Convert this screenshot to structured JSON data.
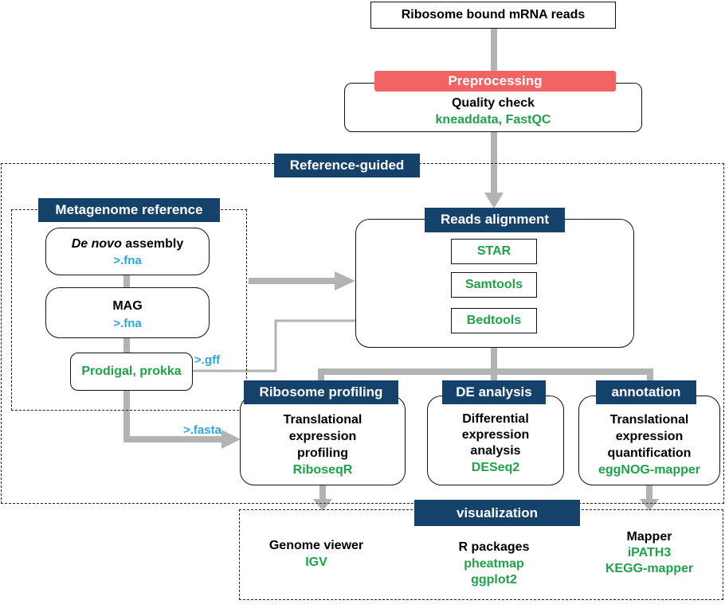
{
  "input": {
    "label": "Ribosome bound mRNA reads"
  },
  "preprocessing": {
    "header": "Preprocessing",
    "title": "Quality check",
    "tools": "kneaddata, FastQC"
  },
  "reference_guided": {
    "header": "Reference-guided"
  },
  "metagenome": {
    "header": "Metagenome reference",
    "denovo": {
      "title_italic": "De novo",
      "title_rest": " assembly",
      "ext": ">.fna"
    },
    "mag": {
      "title": "MAG",
      "ext": ">.fna"
    },
    "prodigal": {
      "label": "Prodigal, prokka"
    },
    "gff_label": ">.gff",
    "fasta_label": ">.fasta"
  },
  "alignment": {
    "header": "Reads alignment",
    "tools": [
      "STAR",
      "Samtools",
      "Bedtools"
    ]
  },
  "ribosome_profiling": {
    "header": "Ribosome profiling",
    "lines": [
      "Translational",
      "expression",
      "profiling"
    ],
    "tool": "RiboseqR"
  },
  "de_analysis": {
    "header": "DE analysis",
    "lines": [
      "Differential",
      "expression",
      "analysis"
    ],
    "tool": "DESeq2"
  },
  "annotation": {
    "header": "annotation",
    "lines": [
      "Translational",
      "expression",
      "quantification"
    ],
    "tool": "eggNOG-mapper"
  },
  "visualization": {
    "header": "visualization",
    "genome_viewer": {
      "title": "Genome viewer",
      "tools": [
        "IGV"
      ]
    },
    "r_packages": {
      "title": "R packages",
      "tools": [
        "pheatmap",
        "ggplot2"
      ]
    },
    "mapper": {
      "title": "Mapper",
      "tools": [
        "iPATH3",
        "KEGG-mapper"
      ]
    }
  },
  "colors": {
    "header_blue": "#15426b",
    "preprocess_red": "#f26363",
    "tool_green": "#1fa24a",
    "ext_blue": "#29a9e0",
    "arrow_gray": "#b3b3b3"
  }
}
